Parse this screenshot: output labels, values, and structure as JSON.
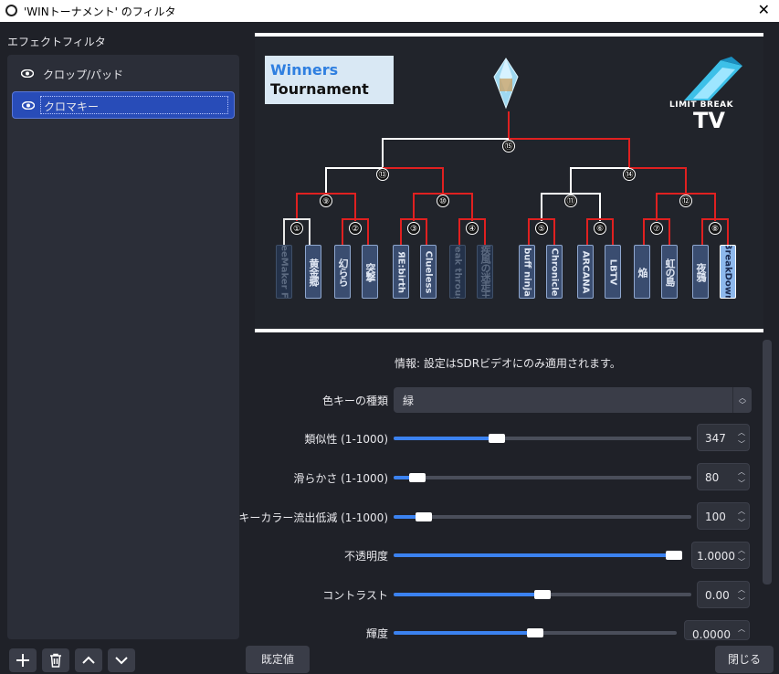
{
  "window": {
    "title": "'WINトーナメント' のフィルタ",
    "close_label": "✕"
  },
  "filters": {
    "label": "エフェクトフィルタ",
    "items": [
      {
        "label": "クロップ/パッド"
      },
      {
        "label": "クロマキー"
      }
    ]
  },
  "preview": {
    "logo_line1": "Winners",
    "logo_line2": "Tournament",
    "brand_small": "LIMIT BREAK",
    "brand_tv": "TV",
    "matches": [
      "①",
      "②",
      "③",
      "④",
      "⑤",
      "⑥",
      "⑦",
      "⑧",
      "⑨",
      "⑩",
      "⑪",
      "⑫",
      "⑬",
      "⑭",
      "⑮"
    ],
    "players": [
      "TeeMaker Fe",
      "黄金郷",
      "幻らら",
      "突撃",
      "ЯE:birth",
      "Clueless",
      "Break through",
      "疾風の迷走王",
      "buff ninja",
      "Chronicle",
      "ARCANA",
      "LBTV",
      "焔",
      "虹の島",
      "夜鴉",
      "BreakDown"
    ]
  },
  "settings": {
    "info": "情報: 設定はSDRビデオにのみ適用されます。",
    "key_type_label": "色キーの種類",
    "key_type_value": "緑",
    "similarity": {
      "label": "類似性 (1-1000)",
      "value": "347",
      "fraction": 0.347
    },
    "smoothness": {
      "label": "滑らかさ (1-1000)",
      "value": "80",
      "fraction": 0.08
    },
    "spill": {
      "label": "キーカラー流出低減 (1-1000)",
      "value": "100",
      "fraction": 0.1
    },
    "opacity": {
      "label": "不透明度",
      "value": "1.0000",
      "fraction": 1.0
    },
    "contrast": {
      "label": "コントラスト",
      "value": "0.00",
      "fraction": 0.5
    },
    "brightness": {
      "label": "輝度",
      "value": "0.0000",
      "fraction": 0.5
    }
  },
  "footer": {
    "defaults_label": "既定値",
    "close_label": "閉じる"
  },
  "colors": {
    "accent": "#3b82f0",
    "selected": "#284cb8"
  }
}
